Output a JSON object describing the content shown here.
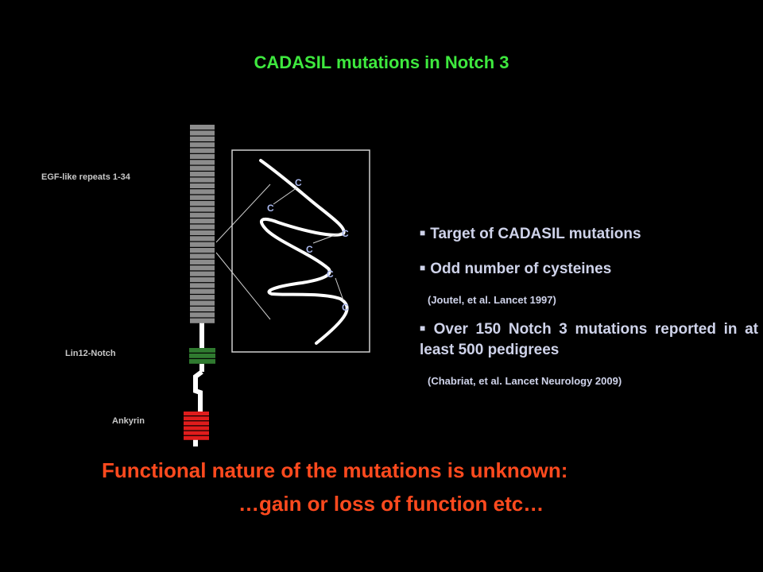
{
  "title": "CADASIL mutations in Notch 3",
  "protein_labels": {
    "egf": "EGF-like repeats 1-34",
    "lin12": "Lin12-Notch",
    "ankyrin": "Ankyrin"
  },
  "domain_colors": {
    "egf": "#8c8c8c",
    "lin12": "#2f7a2f",
    "ankyrin": "#e01c1c"
  },
  "egf_repeat_count": 34,
  "lin12_repeat_count": 3,
  "ankyrin_repeat_count": 6,
  "cysteine_label": "C",
  "bullets": [
    "Target of CADASIL mutations",
    "Odd number of cysteines",
    "Over 150 Notch 3 mutations reported in at least 500 pedigrees"
  ],
  "refs": [
    "(Joutel, et al. Lancet 1997)",
    "(Chabriat, et al. Lancet Neurology 2009)"
  ],
  "bottom": {
    "line1": "Functional nature of the mutations is unknown:",
    "line2": "…gain or loss of function etc…"
  },
  "colors": {
    "title": "#3ee83e",
    "bullet_text": "#cfd3ea",
    "bottom_text": "#ff4a1e",
    "cysteine": "#aab8ee"
  }
}
